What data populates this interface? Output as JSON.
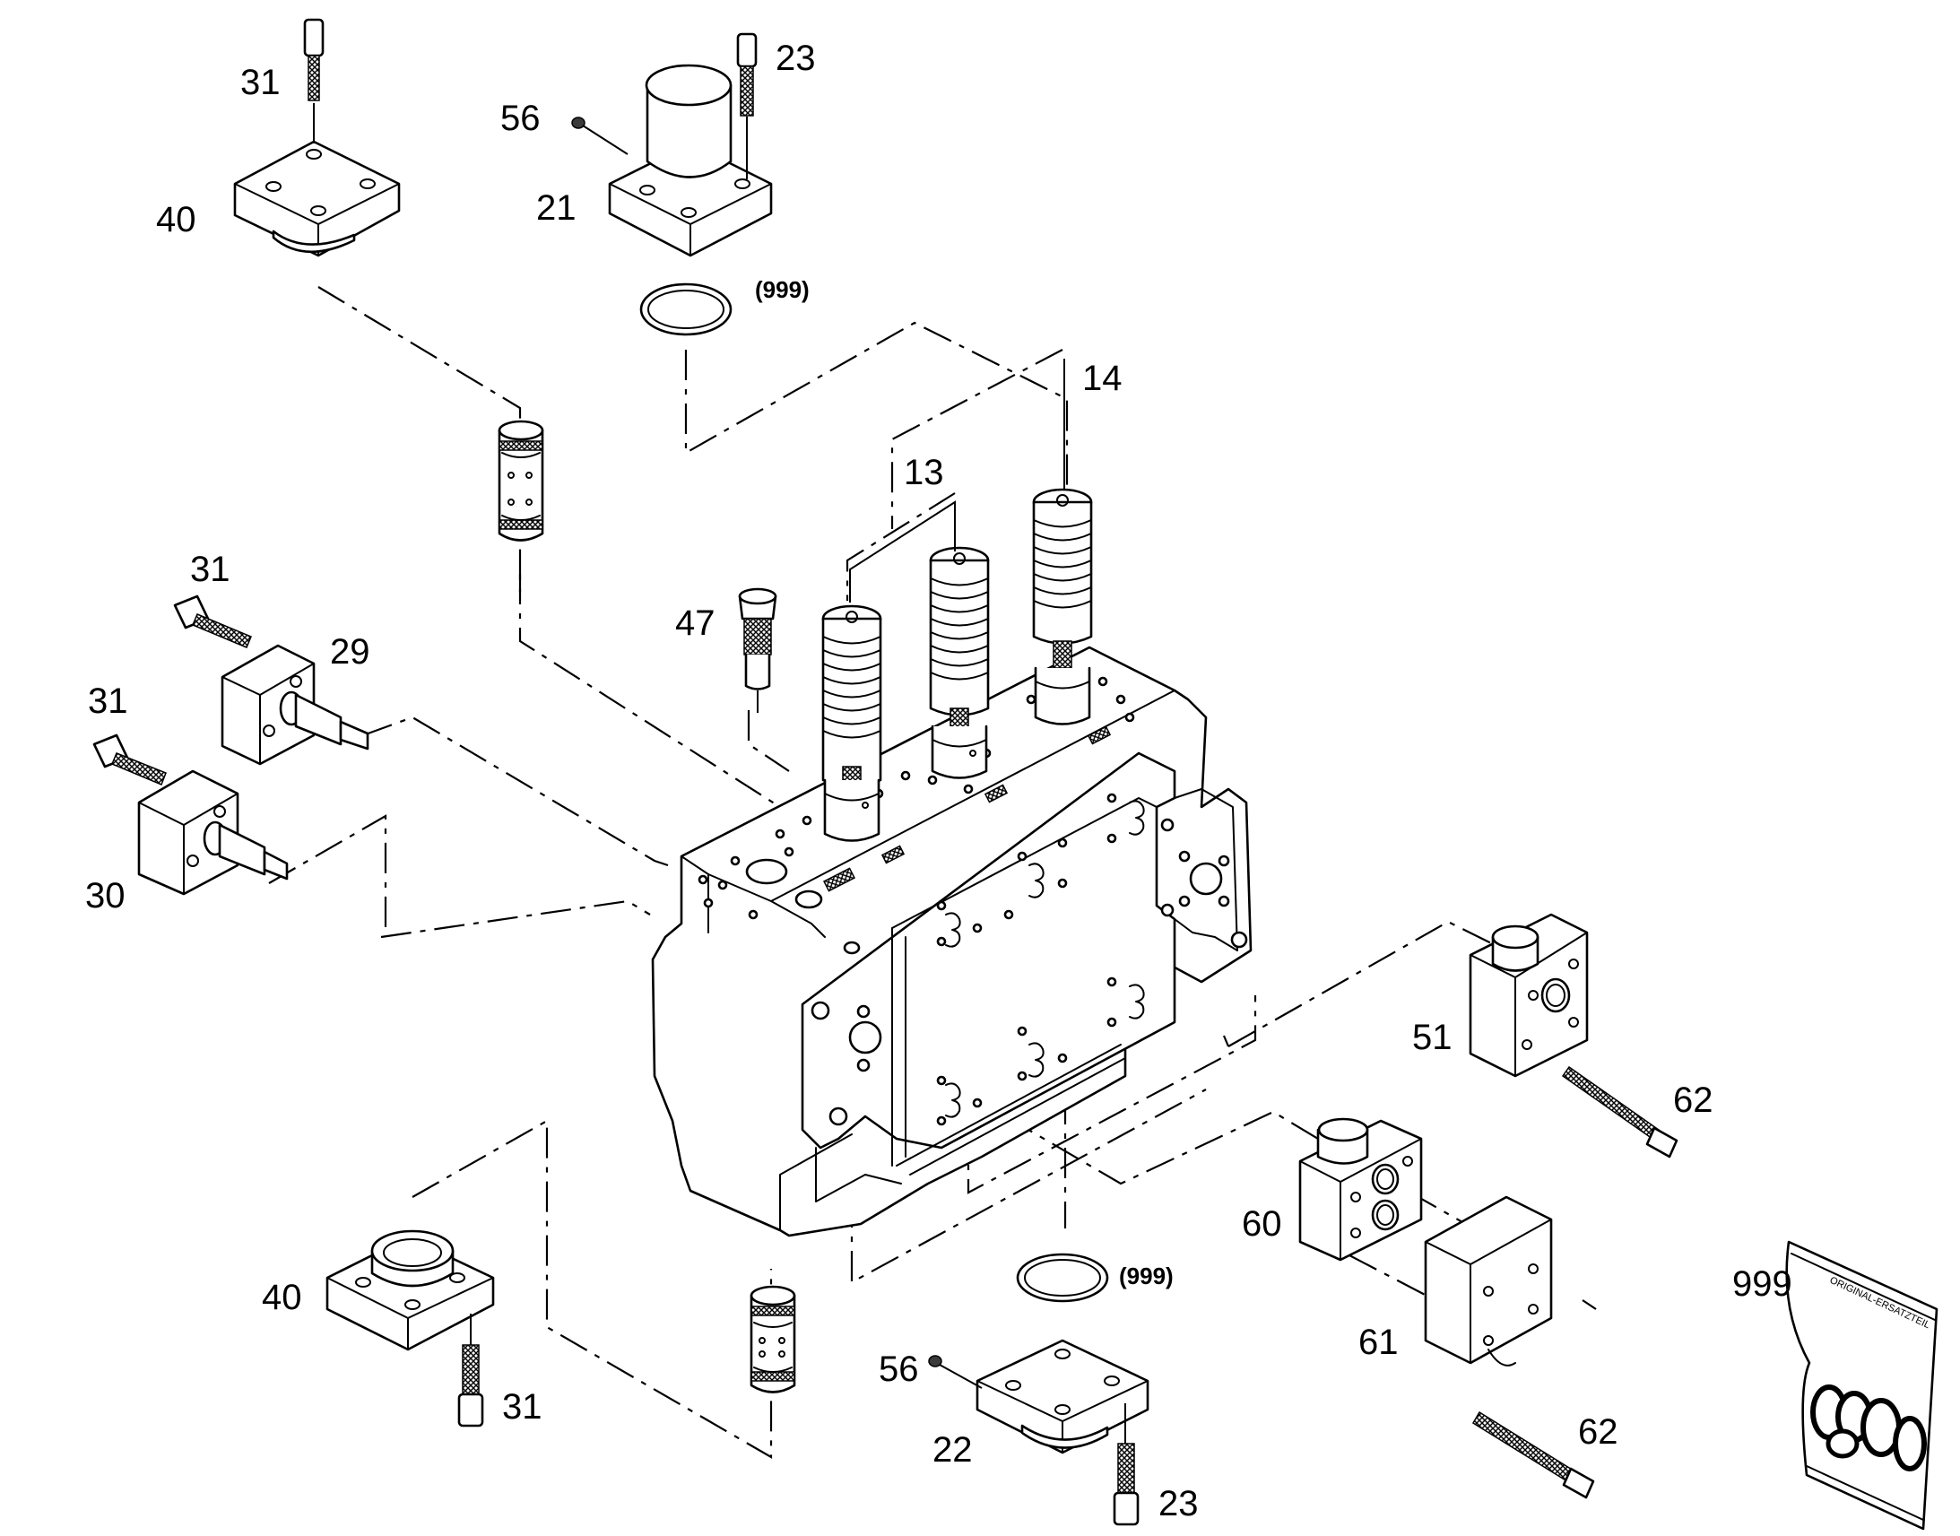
{
  "callouts": {
    "c31_top": "31",
    "c40_top": "40",
    "c56_top": "56",
    "c21": "21",
    "c23_top": "23",
    "c999_top": "(999)",
    "c14": "14",
    "c13": "13",
    "c47": "47",
    "c31_mid": "31",
    "c29": "29",
    "c31_left": "31",
    "c30": "30",
    "c51": "51",
    "c62_top": "62",
    "c60": "60",
    "c999_bottom": "(999)",
    "c40_bottom": "40",
    "c31_bottom": "31",
    "c56_bottom": "56",
    "c22": "22",
    "c23_bottom": "23",
    "c61": "61",
    "c62_bottom": "62",
    "c999_bag": "999"
  },
  "bag": {
    "label": "ORIGINAL-ERSATZTEIL"
  },
  "colors": {
    "line": "#000000",
    "background": "#ffffff"
  }
}
